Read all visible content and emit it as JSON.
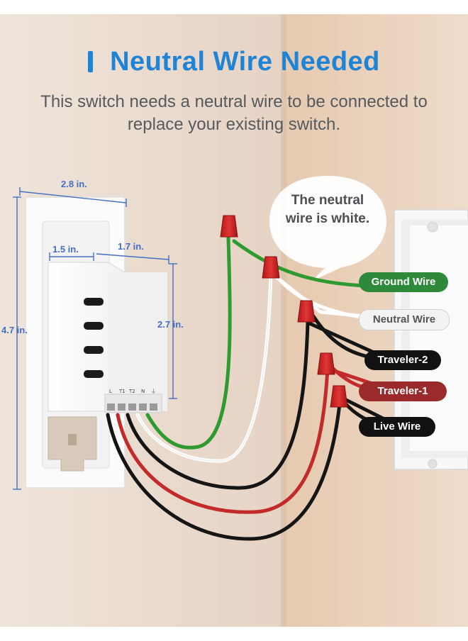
{
  "header": {
    "title": "Neutral Wire Needed",
    "subtitle": "This switch needs a neutral wire to be connected to replace your existing switch."
  },
  "bubble": {
    "text": "The neutral wire is white."
  },
  "dimensions": {
    "plate_width": "2.8 in.",
    "plate_height": "4.7 in.",
    "body_left_width": "1.5 in.",
    "body_right_width": "1.7 in.",
    "body_height": "2.7 in."
  },
  "terminals": [
    "L",
    "T1",
    "T2",
    "N",
    "⏚"
  ],
  "wires": [
    {
      "key": "ground",
      "label": "Ground Wire",
      "tag_bg": "#2e8a3a",
      "tag_fg": "#ffffff"
    },
    {
      "key": "neutral",
      "label": "Neutral Wire",
      "tag_bg": "#f3f3f3",
      "tag_fg": "#555555"
    },
    {
      "key": "traveler2",
      "label": "Traveler-2",
      "tag_bg": "#111111",
      "tag_fg": "#ffffff"
    },
    {
      "key": "traveler1",
      "label": "Traveler-1",
      "tag_bg": "#9b2b2b",
      "tag_fg": "#ffffff"
    },
    {
      "key": "live",
      "label": "Live Wire",
      "tag_bg": "#111111",
      "tag_fg": "#ffffff"
    }
  ],
  "colors": {
    "title_blue": "#1f84d6",
    "dimension_blue": "#4470c4",
    "wire_green": "#2f9a2f",
    "wire_white": "#ffffff",
    "wire_black": "#151515",
    "wire_red": "#c32a2a",
    "wire_nut": "#d42a2a"
  }
}
